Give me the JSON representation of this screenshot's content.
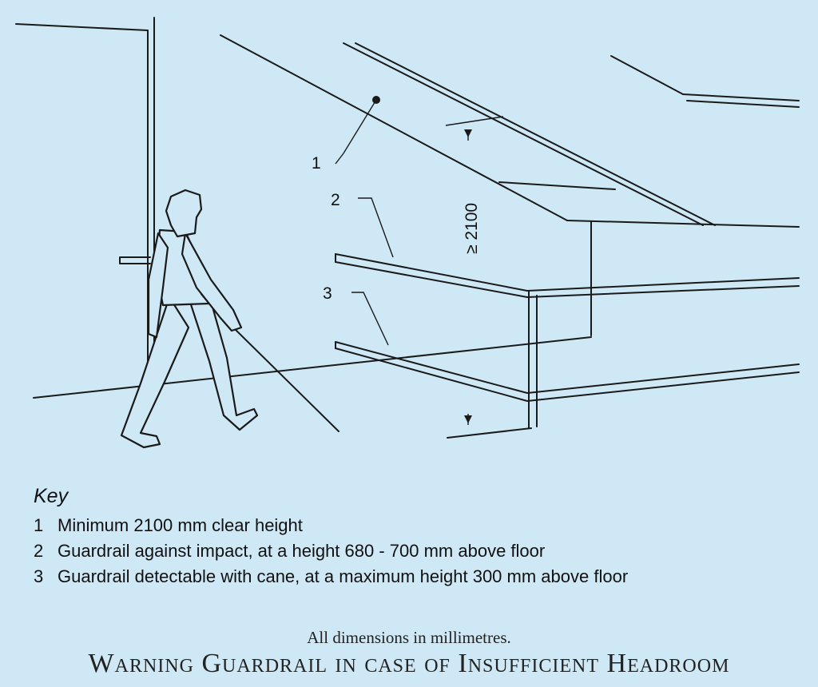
{
  "diagram": {
    "callouts": [
      "1",
      "2",
      "3"
    ],
    "dimension_label": "≥ 2100"
  },
  "key": {
    "title": "Key",
    "items": [
      {
        "number": "1",
        "text": "Minimum 2100 mm clear height"
      },
      {
        "number": "2",
        "text": "Guardrail against impact, at a height 680 - 700 mm above floor"
      },
      {
        "number": "3",
        "text": "Guardrail detectable with cane, at a maximum height 300 mm above floor"
      }
    ]
  },
  "note": "All dimensions in millimetres.",
  "caption": "Warning Guardrail in case of Insufficient Headroom",
  "colors": {
    "background": "#cfe8f5",
    "line": "#1a1a1a"
  }
}
